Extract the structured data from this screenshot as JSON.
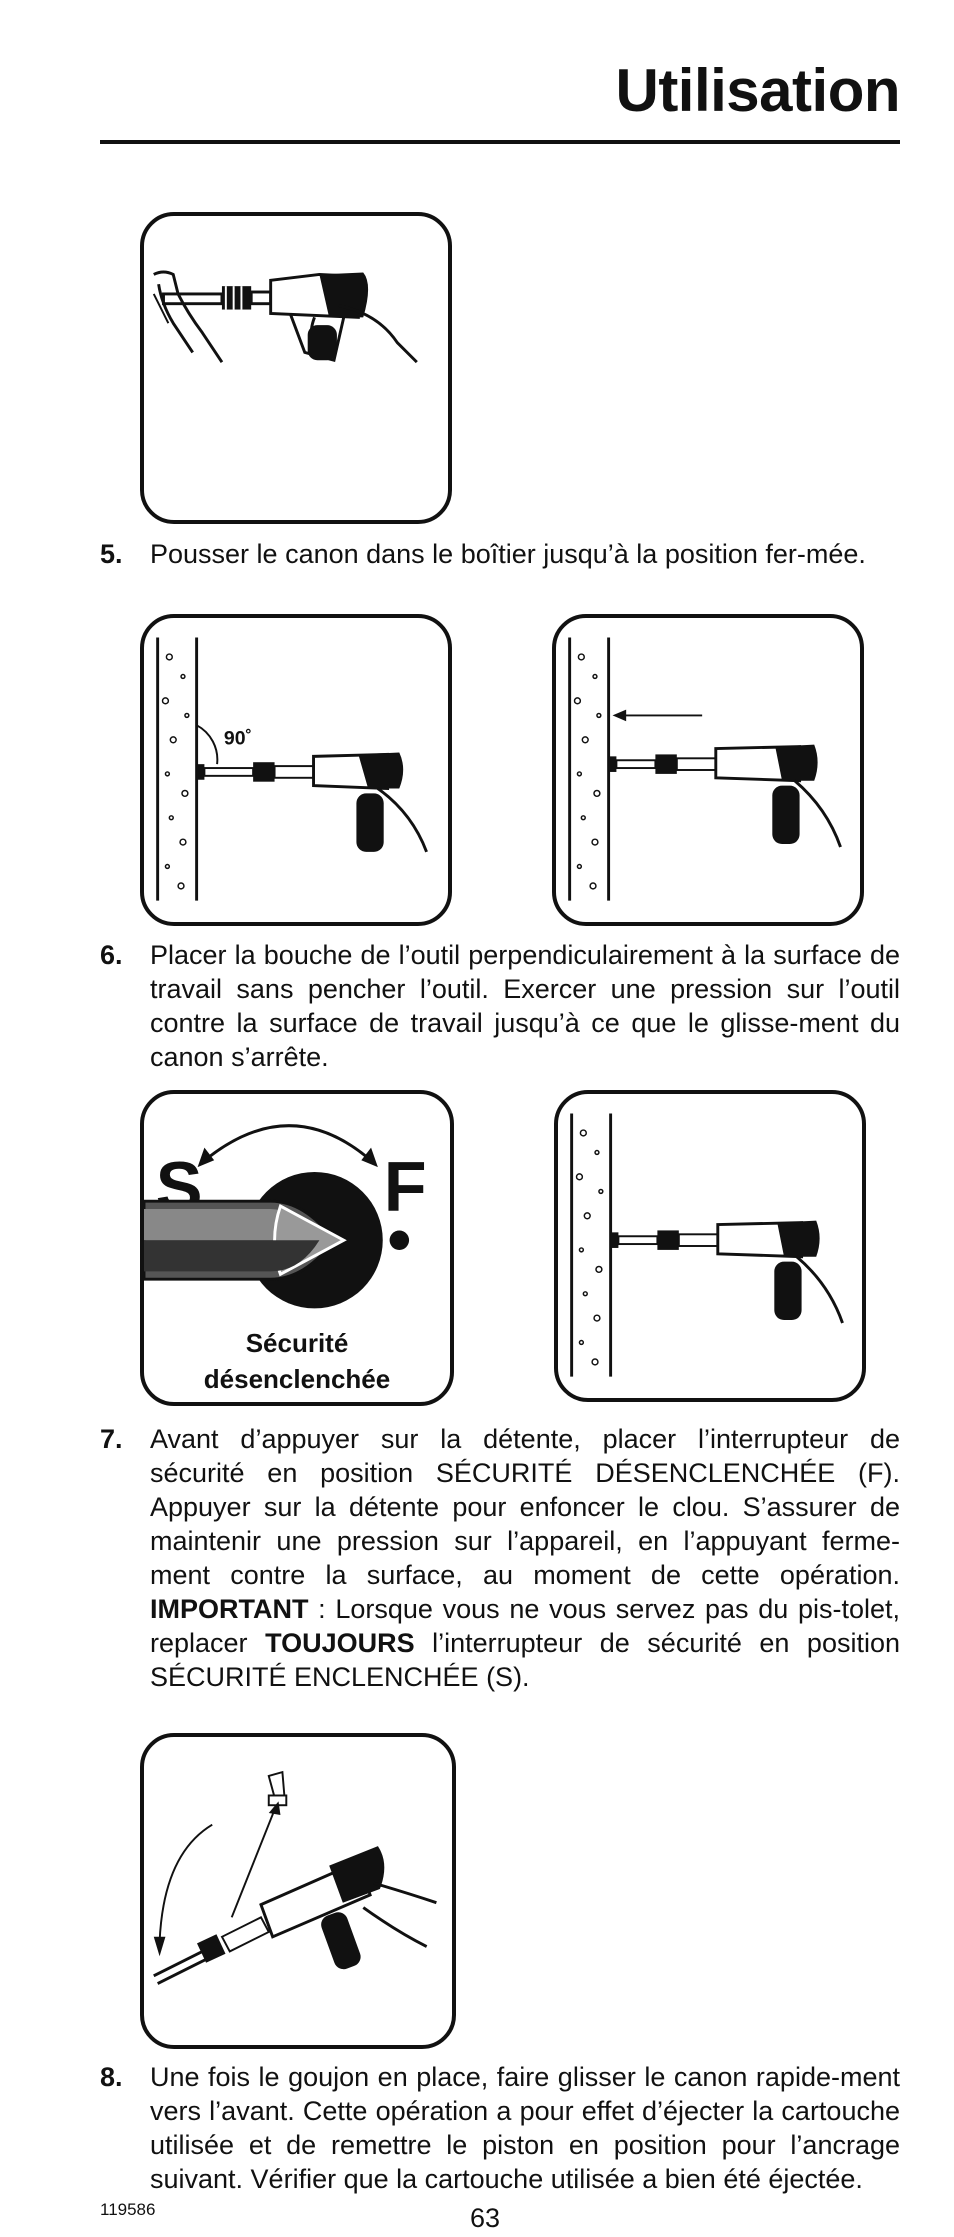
{
  "header": {
    "title": "Utilisation"
  },
  "figures": {
    "fig6_angle_label": "90˚",
    "fig7_switch_s": "S",
    "fig7_switch_f": "F",
    "fig7_caption_line1": "Sécurité",
    "fig7_caption_line2": "désenclenchée"
  },
  "steps": [
    {
      "num": "5.",
      "text": "Pousser le canon dans le boîtier jusqu’à la position fer-mée."
    },
    {
      "num": "6.",
      "text": "Placer la bouche de l’outil perpendiculairement à la surface de travail sans pencher l’outil. Exercer une pression sur l’outil contre la surface de travail jusqu’à ce que le glisse-ment du canon s’arrête."
    },
    {
      "num": "7.",
      "text": "Avant d’appuyer sur la détente, placer l’interrupteur de sécurité en position SÉCURITÉ DÉSENCLENCHÉE (F). Appuyer sur la détente pour enfoncer le clou.  S’assurer de maintenir une pression sur l’appareil, en l’appuyant ferme-ment contre la surface, au moment de cette opération.",
      "important_label": "IMPORTANT",
      "important_text_a": " : Lorsque vous ne vous servez pas du pis-tolet, replacer ",
      "important_bold": "TOUJOURS",
      "important_text_b": " l’interrupteur de sécurité en position SÉCURITÉ ENCLENCHÉE (S)."
    },
    {
      "num": "8.",
      "text": "Une fois le goujon en place, faire glisser le canon rapide-ment vers l’avant. Cette opération a pour effet d’éjecter la cartouche utilisée et de remettre le piston en position pour l’ancrage suivant. Vérifier que la cartouche utilisée a bien été éjectée."
    }
  ],
  "footer": {
    "code": "119586",
    "page": "63"
  }
}
